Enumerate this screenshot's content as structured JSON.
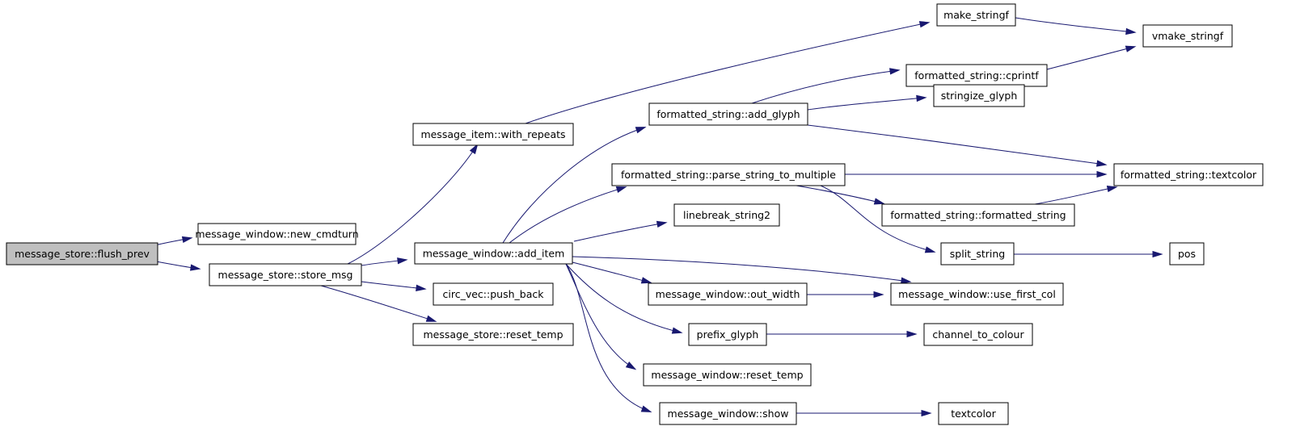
{
  "graph": {
    "nodes": [
      {
        "id": "flush_prev",
        "label": "message_store::flush_prev",
        "root": true
      },
      {
        "id": "new_cmdturn",
        "label": "message_window::new_cmdturn"
      },
      {
        "id": "store_msg",
        "label": "message_store::store_msg"
      },
      {
        "id": "with_repeats",
        "label": "message_item::with_repeats"
      },
      {
        "id": "add_item",
        "label": "message_window::add_item"
      },
      {
        "id": "push_back",
        "label": "circ_vec::push_back"
      },
      {
        "id": "store_reset_temp",
        "label": "message_store::reset_temp"
      },
      {
        "id": "make_stringf",
        "label": "make_stringf"
      },
      {
        "id": "vmake_stringf",
        "label": "vmake_stringf"
      },
      {
        "id": "cprintf",
        "label": "formatted_string::cprintf"
      },
      {
        "id": "add_glyph",
        "label": "formatted_string::add_glyph"
      },
      {
        "id": "stringize_glyph",
        "label": "stringize_glyph"
      },
      {
        "id": "parse_multiple",
        "label": "formatted_string::parse_string_to_multiple"
      },
      {
        "id": "fs_textcolor",
        "label": "formatted_string::textcolor"
      },
      {
        "id": "fs_formatted_string",
        "label": "formatted_string::formatted_string"
      },
      {
        "id": "linebreak_string2",
        "label": "linebreak_string2"
      },
      {
        "id": "split_string",
        "label": "split_string"
      },
      {
        "id": "pos",
        "label": "pos"
      },
      {
        "id": "out_width",
        "label": "message_window::out_width"
      },
      {
        "id": "use_first_col",
        "label": "message_window::use_first_col"
      },
      {
        "id": "prefix_glyph",
        "label": "prefix_glyph"
      },
      {
        "id": "channel_to_colour",
        "label": "channel_to_colour"
      },
      {
        "id": "window_reset_temp",
        "label": "message_window::reset_temp"
      },
      {
        "id": "show",
        "label": "message_window::show"
      },
      {
        "id": "textcolor",
        "label": "textcolor"
      }
    ],
    "edges": [
      [
        "flush_prev",
        "new_cmdturn"
      ],
      [
        "flush_prev",
        "store_msg"
      ],
      [
        "store_msg",
        "with_repeats"
      ],
      [
        "store_msg",
        "add_item"
      ],
      [
        "store_msg",
        "push_back"
      ],
      [
        "store_msg",
        "store_reset_temp"
      ],
      [
        "with_repeats",
        "make_stringf"
      ],
      [
        "make_stringf",
        "vmake_stringf"
      ],
      [
        "cprintf",
        "vmake_stringf"
      ],
      [
        "add_glyph",
        "cprintf"
      ],
      [
        "add_glyph",
        "stringize_glyph"
      ],
      [
        "add_glyph",
        "fs_textcolor"
      ],
      [
        "add_item",
        "add_glyph"
      ],
      [
        "add_item",
        "parse_multiple"
      ],
      [
        "add_item",
        "linebreak_string2"
      ],
      [
        "add_item",
        "use_first_col"
      ],
      [
        "add_item",
        "out_width"
      ],
      [
        "add_item",
        "prefix_glyph"
      ],
      [
        "add_item",
        "window_reset_temp"
      ],
      [
        "add_item",
        "show"
      ],
      [
        "parse_multiple",
        "fs_textcolor"
      ],
      [
        "parse_multiple",
        "fs_formatted_string"
      ],
      [
        "parse_multiple",
        "split_string"
      ],
      [
        "fs_formatted_string",
        "fs_textcolor"
      ],
      [
        "split_string",
        "pos"
      ],
      [
        "out_width",
        "use_first_col"
      ],
      [
        "prefix_glyph",
        "channel_to_colour"
      ],
      [
        "show",
        "textcolor"
      ]
    ]
  }
}
